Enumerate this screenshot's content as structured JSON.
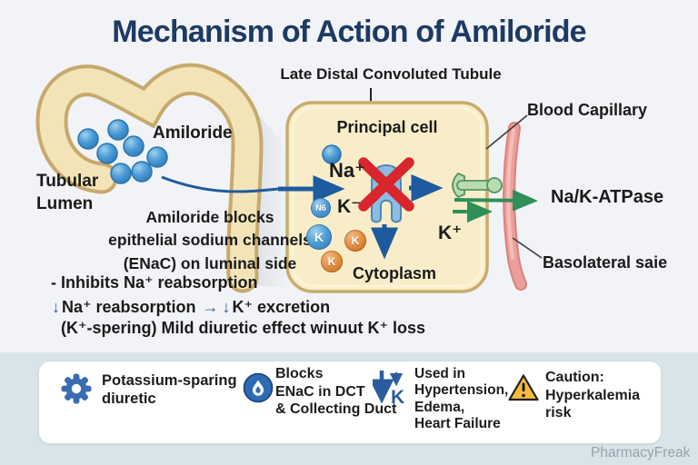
{
  "title": "Mechanism of Action of Amiloride",
  "watermark": "PharmacyFreak",
  "diagram": {
    "tubule_label": "Late Distal Convoluted Tubule",
    "tubular_lumen": "Tubular\nLumen",
    "amiloride": "Amiloride",
    "principal_cell": "Principal cell",
    "blood_capillary": "Blood Capillary",
    "na_k_atpase": "Na/K-ATPase",
    "basolateral_side": "Basolateral saie",
    "cytoplasm": "Cytoplasm",
    "na_plus": "Na⁺",
    "k_minus": "K⁻",
    "k_plus": "K⁺",
    "blocks_note": "Amiloride blocks\nepithelial sodium channels\n(ENaC) on luminal side",
    "ions": {
      "n6": "N6",
      "k_blue": "K",
      "k_orange_1": "K",
      "k_orange_2": "K"
    }
  },
  "summary": {
    "line1": "- Inhibits Na⁺ reabsorption",
    "line2": {
      "arrow_down_1": "↓",
      "text_1": "Na⁺ reabsorption",
      "arrow_right": "→",
      "arrow_down_2": "↓",
      "text_2": "K⁺ excretion"
    },
    "line3": "(K⁺-spering) Mild diuretic effect winuut K⁺ loss"
  },
  "footer": {
    "items": [
      {
        "icon": "gear-icon",
        "text": "Potassium-sparing\ndiuretic"
      },
      {
        "icon": "water-drop-icon",
        "text": "Blocks\nENaC in DCT\n& Collecting Duct"
      },
      {
        "icon": "potassium-down-arrow-icon",
        "icon_letter": "K",
        "text": "Used in\nHypertension,\nEdema,\nHeart Failure"
      },
      {
        "icon": "warning-icon",
        "text": "Caution:\nHyperkalemia\nrisk"
      }
    ]
  },
  "colors": {
    "accent_blue": "#1e5b9e",
    "icon_blue": "#3a6cb2",
    "red_x": "#d7262c",
    "green": "#2f8f58",
    "cell_fill": "#f8edc8",
    "membrane_tan": "#c9ab6d",
    "capillary_pink": "#ec9f9a",
    "warning_yellow": "#f6ba3d",
    "title_navy": "#1d3a63",
    "footer_band": "#d9e3ea"
  }
}
